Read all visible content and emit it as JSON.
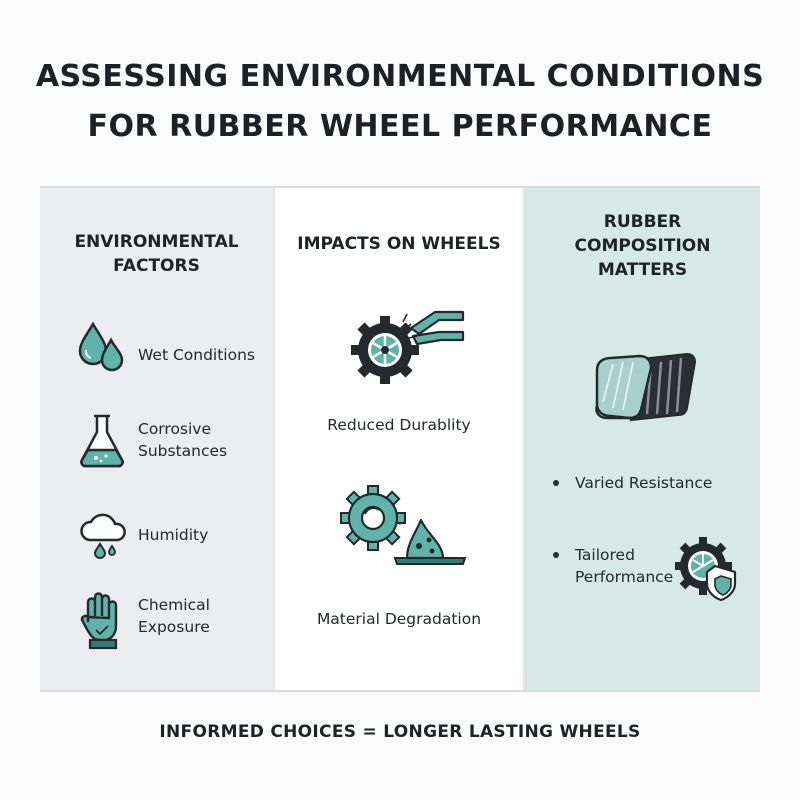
{
  "title": {
    "line1": "ASSESSING ENVIRONMENTAL CONDITIONS",
    "line2": "FOR RUBBER WHEEL PERFORMANCE"
  },
  "columns": {
    "factors": {
      "heading_line1": "ENVIRONMENTAL",
      "heading_line2": "FACTORS",
      "items": [
        {
          "icon": "water-drops-icon",
          "line1": "Wet Conditions",
          "line2": ""
        },
        {
          "icon": "flask-icon",
          "line1": "Corrosive",
          "line2": "Substances"
        },
        {
          "icon": "rain-cloud-icon",
          "line1": "Humidity",
          "line2": ""
        },
        {
          "icon": "glove-icon",
          "line1": "Chemical",
          "line2": "Exposure"
        }
      ]
    },
    "impacts": {
      "heading": "IMPACTS ON WHEELS",
      "items": [
        {
          "icon": "wheel-tool-icon",
          "label": "Reduced Durablity"
        },
        {
          "icon": "gear-puddle-icon",
          "label": "Material Degradation"
        }
      ]
    },
    "composition": {
      "heading_line1": "RUBBER",
      "heading_line2": "COMPOSITION",
      "heading_line3": "MATTERS",
      "bullets": [
        {
          "line1": "Varied Resistance",
          "line2": ""
        },
        {
          "line1": "Tailored",
          "line2": "Performance"
        }
      ]
    }
  },
  "footer": "INFORMED CHOICES =  LONGER LASTING WHEELS",
  "colors": {
    "teal": "#5fb3a8",
    "teal_dark": "#2f7f76",
    "outline": "#23292d",
    "panel_grey": "#ebedf0",
    "panel_teal": "#d6e9e5"
  }
}
